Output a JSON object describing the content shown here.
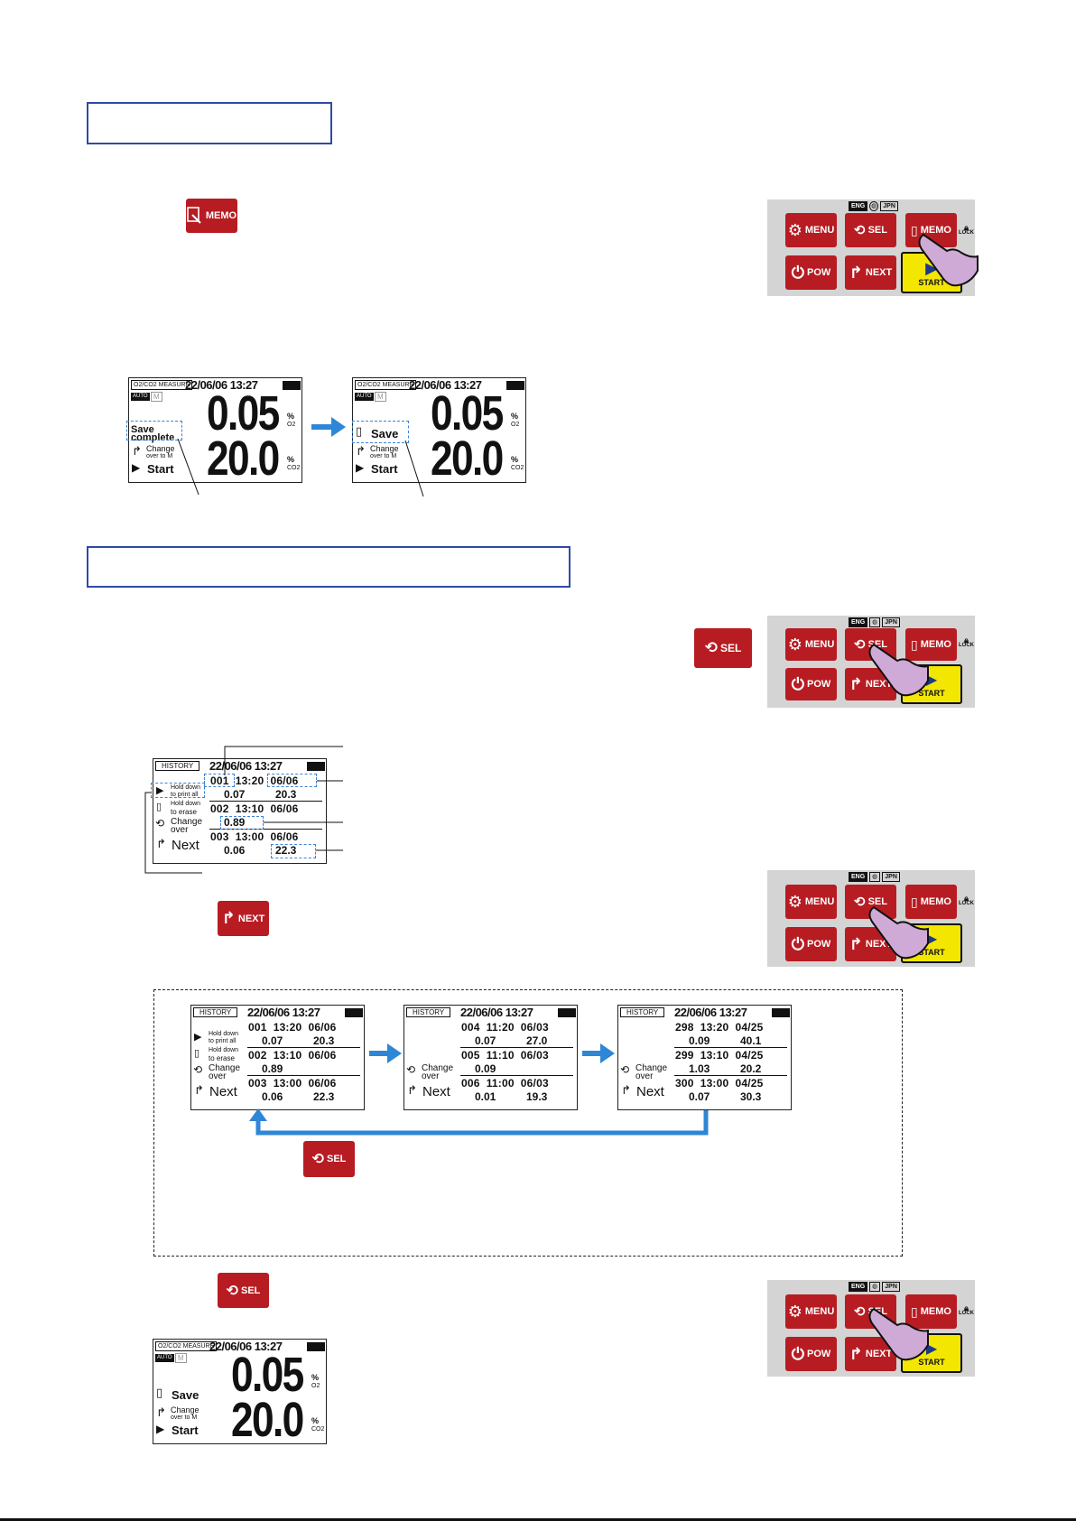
{
  "keys": {
    "menu": "MENU",
    "sel": "SEL",
    "memo": "MEMO",
    "pow": "POW",
    "next": "NEXT",
    "start": "START",
    "lang_eng": "ENG",
    "lang_jpn": "JPN",
    "lock": "LOCK"
  },
  "lcd": {
    "measure_header": "O2/CO2 MEASURE",
    "history_header": "HISTORY",
    "datetime": "22/06/06 13:27",
    "auto": "AUTO",
    "m": "M",
    "o2_value": "0.05",
    "co2_value": "20.0",
    "unit_pct": "%",
    "o2_sub": "O2",
    "co2_sub": "CO2",
    "save_complete_1": "Save",
    "save_complete_2": "complete",
    "save": "Save",
    "change_1": "Change",
    "change_2": "over to M",
    "start": "Start",
    "hold_print_1": "Hold down",
    "hold_print_2": "to print all",
    "hold_erase_1": "Hold down",
    "hold_erase_2": "to erase",
    "change_over_1": "Change",
    "change_over_2": "over",
    "next": "Next"
  },
  "history_pages": [
    {
      "records": [
        {
          "line": "001  13:20  06/06",
          "o2": "0.07",
          "co2": "20.3"
        },
        {
          "line": "002  13:10  06/06",
          "o2": "0.89",
          "co2": ""
        },
        {
          "line": "003  13:00  06/06",
          "o2": "0.06",
          "co2": "22.3"
        }
      ]
    },
    {
      "records": [
        {
          "line": "001  13:20  06/06",
          "o2": "0.07",
          "co2": "20.3"
        },
        {
          "line": "002  13:10  06/06",
          "o2": "0.89",
          "co2": ""
        },
        {
          "line": "003  13:00  06/06",
          "o2": "0.06",
          "co2": "22.3"
        }
      ]
    },
    {
      "records": [
        {
          "line": "004  11:20  06/03",
          "o2": "0.07",
          "co2": "27.0"
        },
        {
          "line": "005  11:10  06/03",
          "o2": "0.09",
          "co2": ""
        },
        {
          "line": "006  11:00  06/03",
          "o2": "0.01",
          "co2": "19.3"
        }
      ]
    },
    {
      "records": [
        {
          "line": "298  13:20  04/25",
          "o2": "0.09",
          "co2": "40.1"
        },
        {
          "line": "299  13:10  04/25",
          "o2": "1.03",
          "co2": "20.2"
        },
        {
          "line": "300  13:00  04/25",
          "o2": "0.07",
          "co2": "30.3"
        }
      ]
    }
  ],
  "colors": {
    "key_red": "#b71c22",
    "start_yellow": "#f3e600",
    "frame_blue": "#2f4aa5",
    "arrow_blue": "#2e86d6",
    "callout_dash": "#3b82d6",
    "hand_purple": "#cfaad6"
  }
}
